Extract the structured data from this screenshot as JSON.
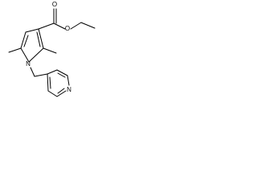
{
  "molecule": {
    "atoms": {
      "ester_carbonyl_oxygen": "O",
      "ester_alkoxy_oxygen": "O",
      "pyrrole_nitrogen": "N",
      "pyridine_nitrogen": "N"
    }
  }
}
